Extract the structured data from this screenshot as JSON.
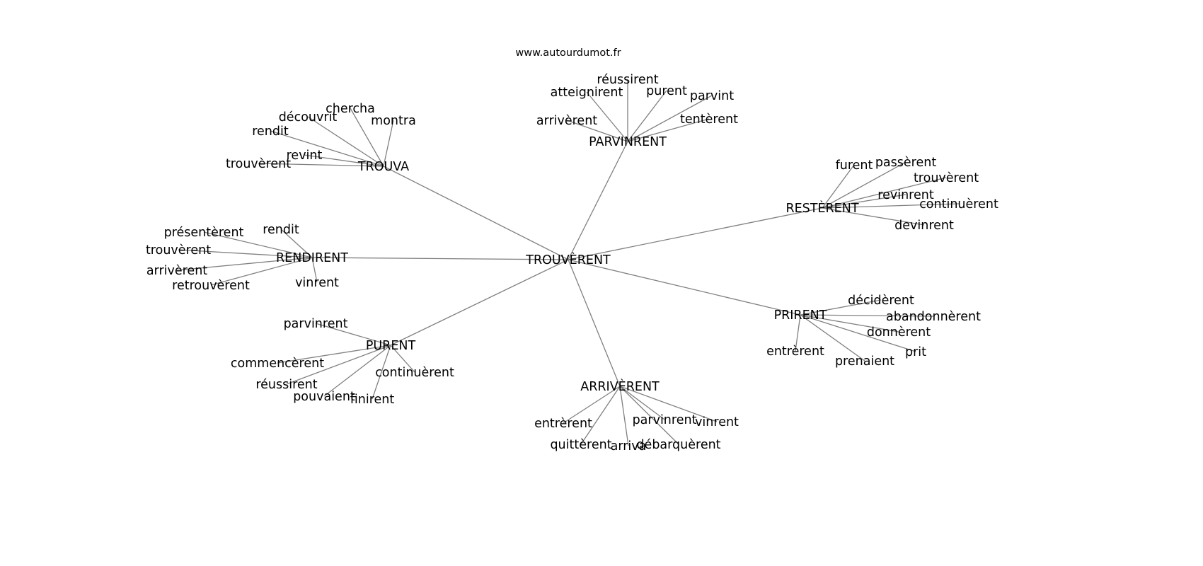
{
  "title": "www.autourdumot.fr",
  "edge_color": "#808080",
  "center": "TROUVÈRENT",
  "clusters": [
    {
      "hub": "TROUVA",
      "leaves": [
        "chercha",
        "découvrit",
        "rendit",
        "revint",
        "trouvèrent",
        "montra"
      ]
    },
    {
      "hub": "PARVINRENT",
      "leaves": [
        "réussirent",
        "atteignirent",
        "purent",
        "parvint",
        "arrivèrent",
        "tentèrent"
      ]
    },
    {
      "hub": "RESTÈRENT",
      "leaves": [
        "furent",
        "passèrent",
        "trouvèrent",
        "revinrent",
        "continuèrent",
        "devinrent"
      ]
    },
    {
      "hub": "RENDIRENT",
      "leaves": [
        "présentèrent",
        "rendit",
        "trouvèrent",
        "arrivèrent",
        "retrouvèrent",
        "vinrent"
      ]
    },
    {
      "hub": "PRIRENT",
      "leaves": [
        "décidèrent",
        "abandonnèrent",
        "donnèrent",
        "prit",
        "entrèrent",
        "prenaient"
      ]
    },
    {
      "hub": "PURENT",
      "leaves": [
        "parvinrent",
        "commencèrent",
        "continuèrent",
        "réussirent",
        "pouvaient",
        "finirent"
      ]
    },
    {
      "hub": "ARRIVÈRENT",
      "leaves": [
        "entrèrent",
        "quittèrent",
        "arriva",
        "parvinrent",
        "vinrent",
        "débarquèrent"
      ]
    }
  ]
}
